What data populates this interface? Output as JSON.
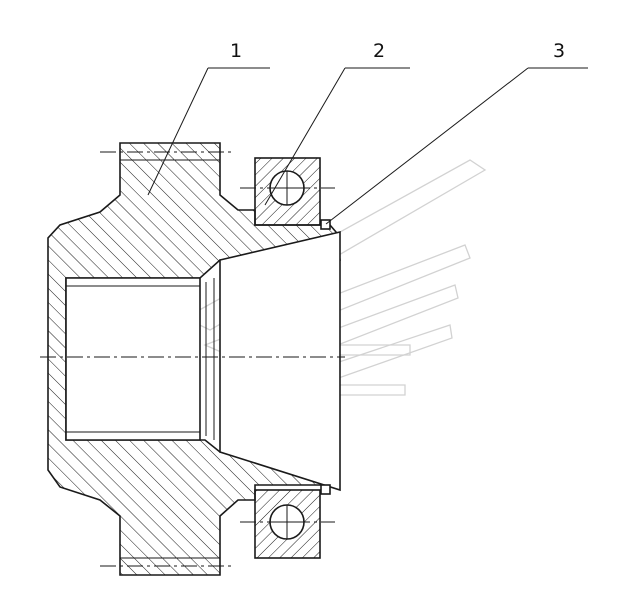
{
  "callouts": [
    {
      "label": "1"
    },
    {
      "label": "2"
    },
    {
      "label": "3"
    }
  ],
  "watermark": {
    "icon": "wing-logo-icon",
    "color": "#d2d2d2"
  },
  "line_color": "#1a1a1a"
}
